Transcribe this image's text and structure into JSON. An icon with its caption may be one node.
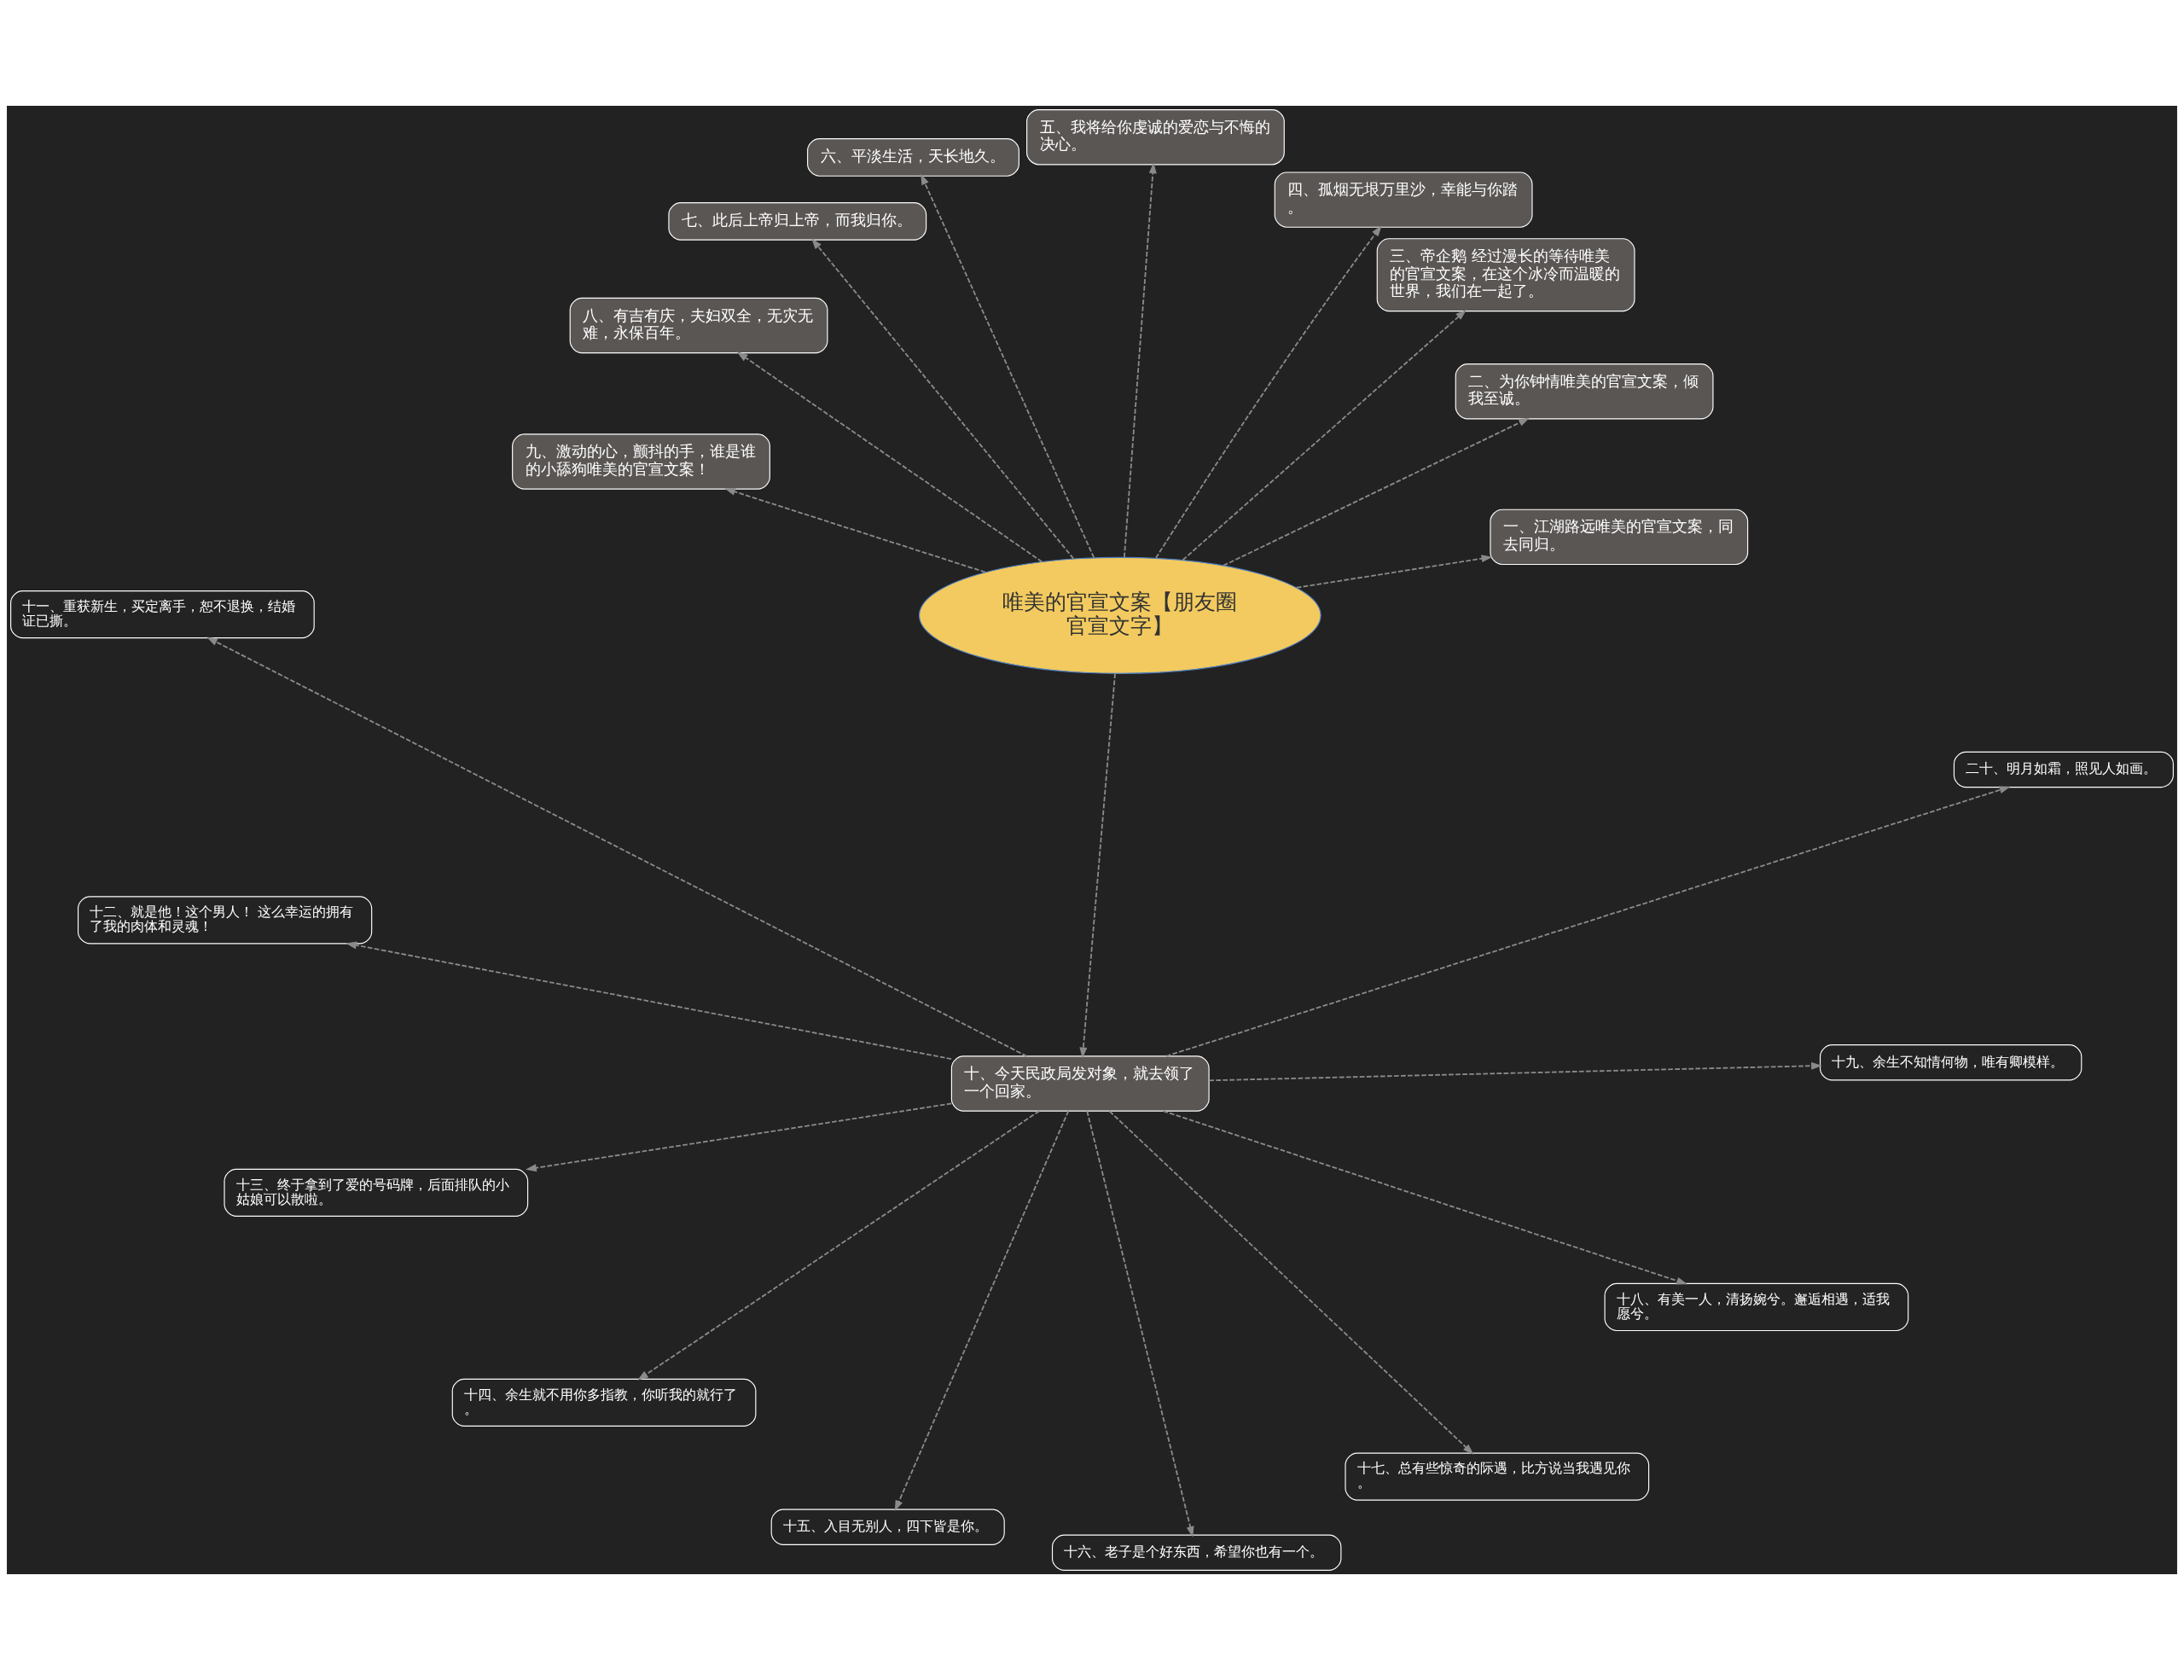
{
  "diagram": {
    "nodes": [
      {
        "text": [
          "唯美的官宣文案【朋友圈官宣文字】"
        ]
      },
      {
        "text": [
          "一、江湖路远唯美的官宣文案，同去同归。"
        ]
      },
      {
        "text": [
          "二、为你钟情唯美的官宣文案，倾我至诚。"
        ]
      },
      {
        "text": [
          "三、帝企鹅 经过漫长的等待唯美的官宣文案，在这个冰冷而温暖的世界，我们在一起了。"
        ]
      },
      {
        "text": [
          "四、孤烟无垠万里沙，幸能与你踏。"
        ]
      },
      {
        "text": [
          "五、我将给你虔诚的爱恋与不悔的决心。"
        ]
      },
      {
        "text": [
          "六、平淡生活，天长地久。"
        ]
      },
      {
        "text": [
          "七、此后上帝归上帝，而我归你。"
        ]
      },
      {
        "text": [
          "八、有吉有庆，夫妇双全，无灾无难，永保百年。"
        ]
      },
      {
        "text": [
          "九、激动的心，颤抖的手，谁是谁的小舔狗唯美的官宣文案！"
        ]
      },
      {
        "text": [
          "十、今天民政局发对象，就去领了一个回家。"
        ]
      },
      {
        "text": [
          "十一、重获新生，买定离手，恕不退换，结婚证已撕。"
        ]
      },
      {
        "text": [
          "十二、就是他！这个男人！ 这么幸运的拥有了我的肉体和灵魂！"
        ]
      },
      {
        "text": [
          "十三、终于拿到了爱的号码牌，后面排队的小姑娘可以散啦。"
        ]
      },
      {
        "text": [
          "十四、余生就不用你多指教，你听我的就行了。"
        ]
      },
      {
        "text": [
          "十五、入目无别人，四下皆是你。"
        ]
      },
      {
        "text": [
          "十六、老子是个好东西，希望你也有一个。"
        ]
      },
      {
        "text": [
          "十七、总有些惊奇的际遇，比方说当我遇见你。"
        ]
      },
      {
        "text": [
          "十八、有美一人，清扬婉兮。邂逅相遇，适我愿兮。"
        ]
      },
      {
        "text": [
          "十九、余生不知情何物，唯有卿模样。"
        ]
      },
      {
        "text": [
          "二十、明月如霜，照见人如画。"
        ]
      }
    ],
    "edges": [
      {
        "from": 0,
        "to": 1,
        "arrow": "to",
        "style": "dashed"
      },
      {
        "from": 0,
        "to": 2,
        "arrow": "to",
        "style": "dashed"
      },
      {
        "from": 0,
        "to": 3,
        "arrow": "to",
        "style": "dashed"
      },
      {
        "from": 0,
        "to": 4,
        "arrow": "to",
        "style": "dashed"
      },
      {
        "from": 0,
        "to": 5,
        "arrow": "to",
        "style": "dashed"
      },
      {
        "from": 0,
        "to": 6,
        "arrow": "to",
        "style": "dashed"
      },
      {
        "from": 0,
        "to": 7,
        "arrow": "to",
        "style": "dashed"
      },
      {
        "from": 0,
        "to": 8,
        "arrow": "to",
        "style": "dashed"
      },
      {
        "from": 0,
        "to": 9,
        "arrow": "to",
        "style": "dashed"
      },
      {
        "from": 0,
        "to": 10,
        "arrow": "to",
        "style": "dashed"
      },
      {
        "from": 10,
        "to": 11,
        "arrow": "to",
        "style": "dashed"
      },
      {
        "from": 10,
        "to": 12,
        "arrow": "to",
        "style": "dashed"
      },
      {
        "from": 10,
        "to": 13,
        "arrow": "to",
        "style": "dashed"
      },
      {
        "from": 10,
        "to": 14,
        "arrow": "to",
        "style": "dashed"
      },
      {
        "from": 10,
        "to": 15,
        "arrow": "to",
        "style": "dashed"
      },
      {
        "from": 10,
        "to": 16,
        "arrow": "to",
        "style": "dashed"
      },
      {
        "from": 10,
        "to": 17,
        "arrow": "to",
        "style": "dashed"
      },
      {
        "from": 10,
        "to": 18,
        "arrow": "to",
        "style": "dashed"
      },
      {
        "from": 10,
        "to": 19,
        "arrow": "to",
        "style": "dashed"
      },
      {
        "from": 10,
        "to": 20,
        "arrow": "to",
        "style": "dashed"
      }
    ]
  }
}
